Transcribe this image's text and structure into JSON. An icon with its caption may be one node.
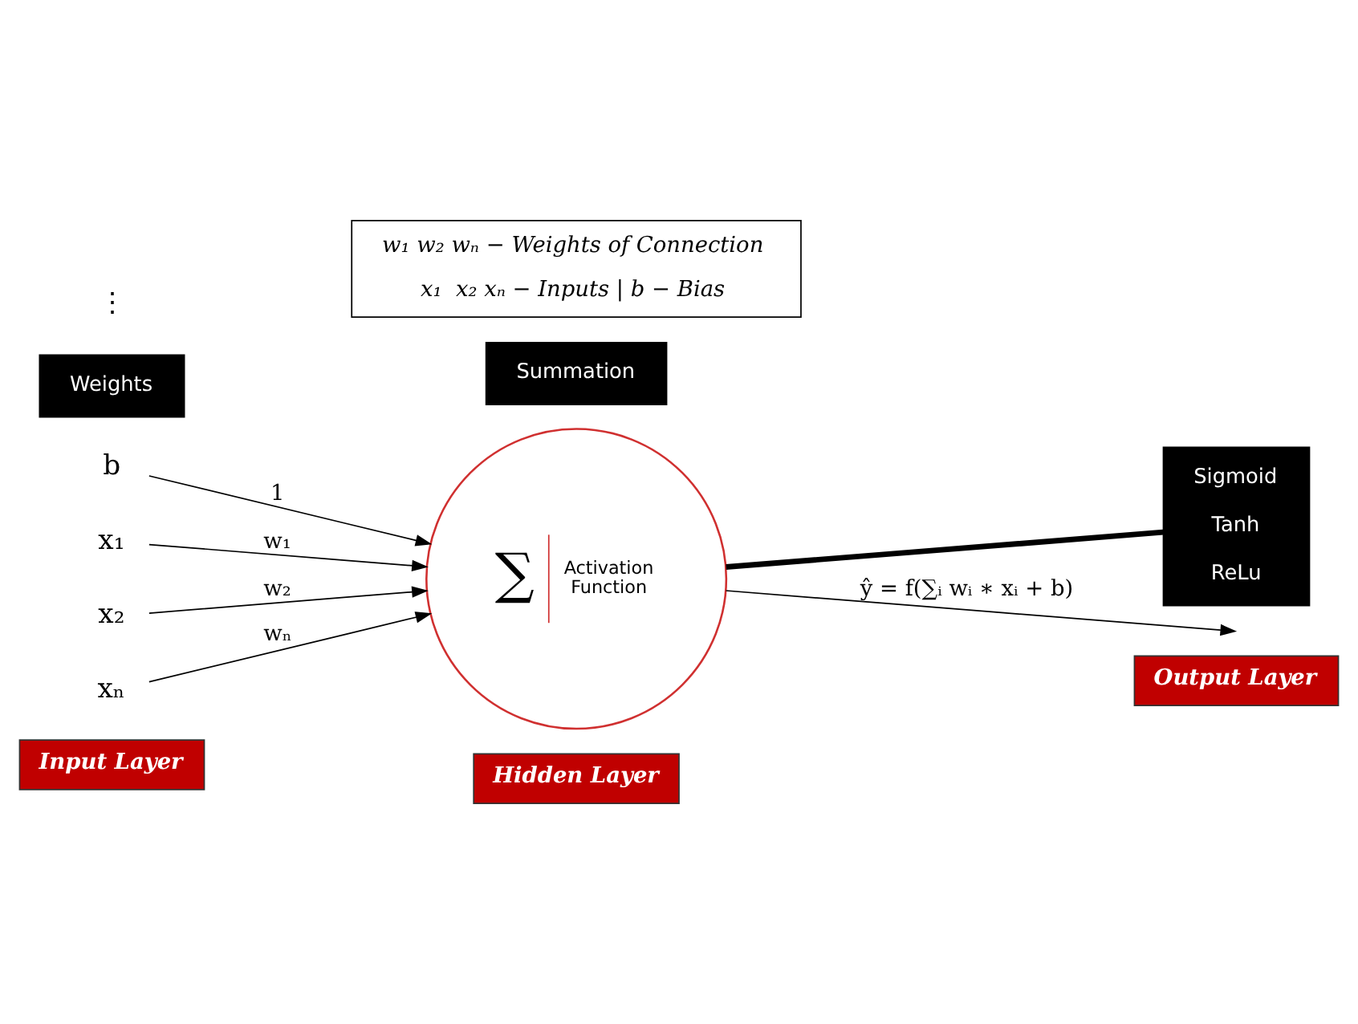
{
  "diagram": {
    "nodes": [
      {
        "text": [
          "Input Layer"
        ]
      },
      {
        "text": [
          "Hidden Layer"
        ]
      },
      {
        "text": [
          "Output Layer"
        ]
      },
      {
        "text": [
          "b"
        ]
      },
      {
        "text": [
          "x₁"
        ]
      },
      {
        "text": [
          "x₂"
        ]
      },
      {
        "text": [
          "xₙ"
        ]
      },
      {
        "text": [
          "∑",
          "Activation Function"
        ]
      },
      {
        "text": [
          "Weights"
        ]
      },
      {
        "text": [
          "Summation"
        ]
      },
      {
        "text": [
          "Sigmoid",
          "Tanh",
          "ReLu"
        ]
      },
      {
        "text": [
          "w₁ w₂ wₙ − Weights of Connection",
          "x₁  x₂ xₙ − Inputs | b − Bias"
        ]
      }
    ],
    "edges": [
      {
        "from": 3,
        "to": 7,
        "arrow": "to",
        "label": "1"
      },
      {
        "from": 4,
        "to": 7,
        "arrow": "to",
        "label": "w₁"
      },
      {
        "from": 5,
        "to": 7,
        "arrow": "to",
        "label": "w₂"
      },
      {
        "from": 6,
        "to": 7,
        "arrow": "to",
        "label": "wₙ"
      },
      {
        "from": 7,
        "to": null,
        "arrow": "to",
        "label": "ŷ = f(∑ᵢ wᵢ ∗ xᵢ + b)"
      },
      {
        "from": 7,
        "to": 10,
        "arrow": "none",
        "style": "thick"
      }
    ],
    "labels": [
      "⋮"
    ]
  }
}
